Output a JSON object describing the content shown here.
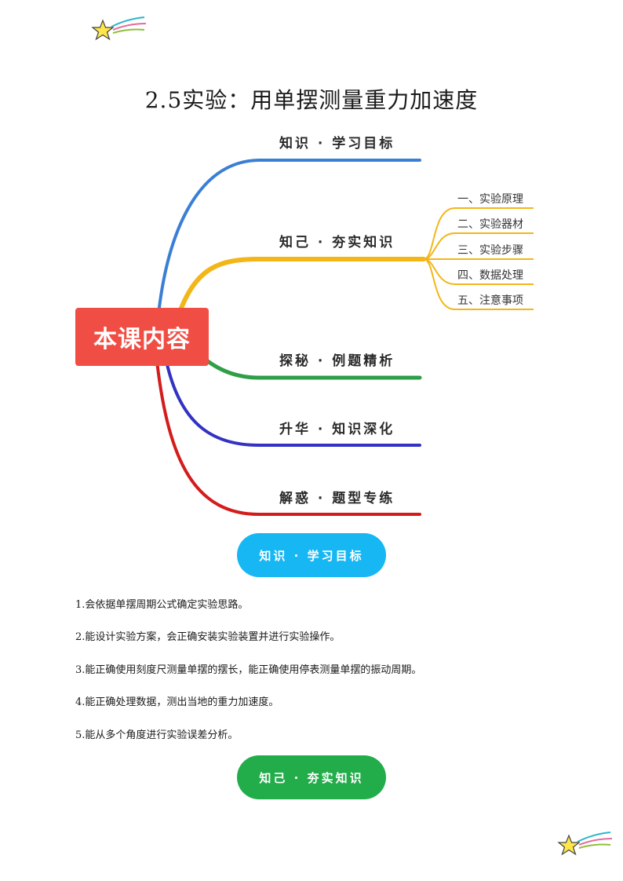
{
  "doc": {
    "title": "2.5实验：用单摆测量重力加速度"
  },
  "mindmap": {
    "center": "本课内容",
    "branches": [
      {
        "label": "知识 · 学习目标",
        "color": "#3a7fd5"
      },
      {
        "label": "知己 · 夯实知识",
        "color": "#f3b619",
        "children": [
          "一、实验原理",
          "二、实验器材",
          "三、实验步骤",
          "四、数据处理",
          "五、注意事项"
        ]
      },
      {
        "label": "探秘 · 例题精析",
        "color": "#2e9e48"
      },
      {
        "label": "升华 · 知识深化",
        "color": "#3332c2"
      },
      {
        "label": "解惑 · 题型专练",
        "color": "#d41c1c"
      }
    ],
    "center_color": "#f04e45"
  },
  "sections": {
    "goals_pill": "知识 · 学习目标",
    "knowledge_pill": "知己 · 夯实知识"
  },
  "objectives": [
    "1.会依据单摆周期公式确定实验思路。",
    "2.能设计实验方案，会正确安装实验装置并进行实验操作。",
    "3.能正确使用刻度尺测量单摆的摆长，能正确使用停表测量单摆的振动周期。",
    "4.能正确处理数据，测出当地的重力加速度。",
    "5.能从多个角度进行实验误差分析。"
  ],
  "colors": {
    "pill_blue": "#17b7f3",
    "pill_green": "#22ad4a"
  }
}
